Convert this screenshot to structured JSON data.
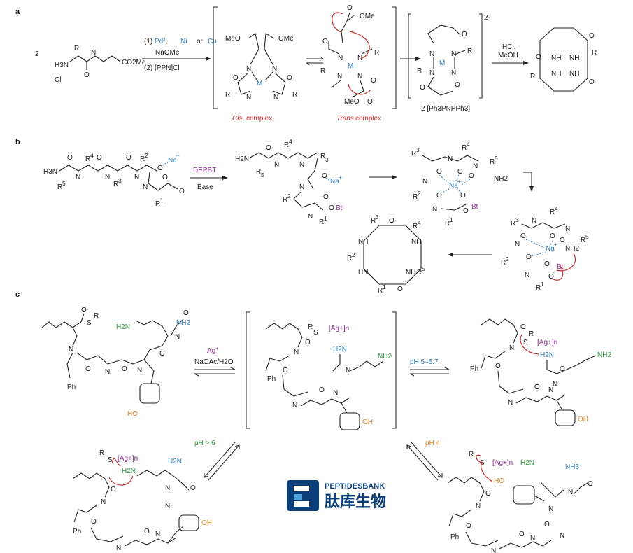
{
  "panels": {
    "a": "a",
    "b": "b",
    "c": "c"
  },
  "colors": {
    "metal": "#2a7bb8",
    "reagent": "#8a2f8e",
    "arrow": "#c8302b",
    "amine": "#2c9a3c",
    "phenol": "#e0892a"
  },
  "panel_a": {
    "stoich": "2",
    "cond1_prefix": "(1) ",
    "cond1_pd": "Pd",
    "cond1_ni": "Ni",
    "cond1_cu": "Cu",
    "cond1_sup": "II",
    "cond1_sep1": ",",
    "cond1_sep2": "or",
    "cond1_base": "NaOMe",
    "cond2": "(2) [PPN]Cl",
    "cis_label": "Cis",
    "cis_suffix": "complex",
    "trans_label": "Trans",
    "trans_suffix": "complex",
    "charge": "2-",
    "counterion": "2 [Ph3PNPPh3]",
    "acid": "HCl,",
    "solvent": "MeOH",
    "metal": "M",
    "ome": "OMe",
    "meo": "MeO",
    "co2me": "CO2Me",
    "h3n": "H3N",
    "cl": "Cl"
  },
  "panel_b": {
    "reagent": "DEPBT",
    "base": "Base",
    "na": "Na",
    "bt": "Bt",
    "h3n": "H3N",
    "h2n": "H2N",
    "nh2": "NH2"
  },
  "panel_c": {
    "ag": "Ag",
    "ag_cond": "NaOAc/H2O",
    "ph1": "pH 5–5.7",
    "ph2": "pH > 6",
    "ph3": "pH 4",
    "agn": "[Ag+]n",
    "h2n": "H2N",
    "nh2": "NH2",
    "nh3": "NH3",
    "ho": "HO",
    "oh": "OH",
    "ph": "Ph",
    "r": "R",
    "s": "S"
  },
  "logo": {
    "name": "PEPTIDESBANK",
    "cn": "肽库生物"
  }
}
